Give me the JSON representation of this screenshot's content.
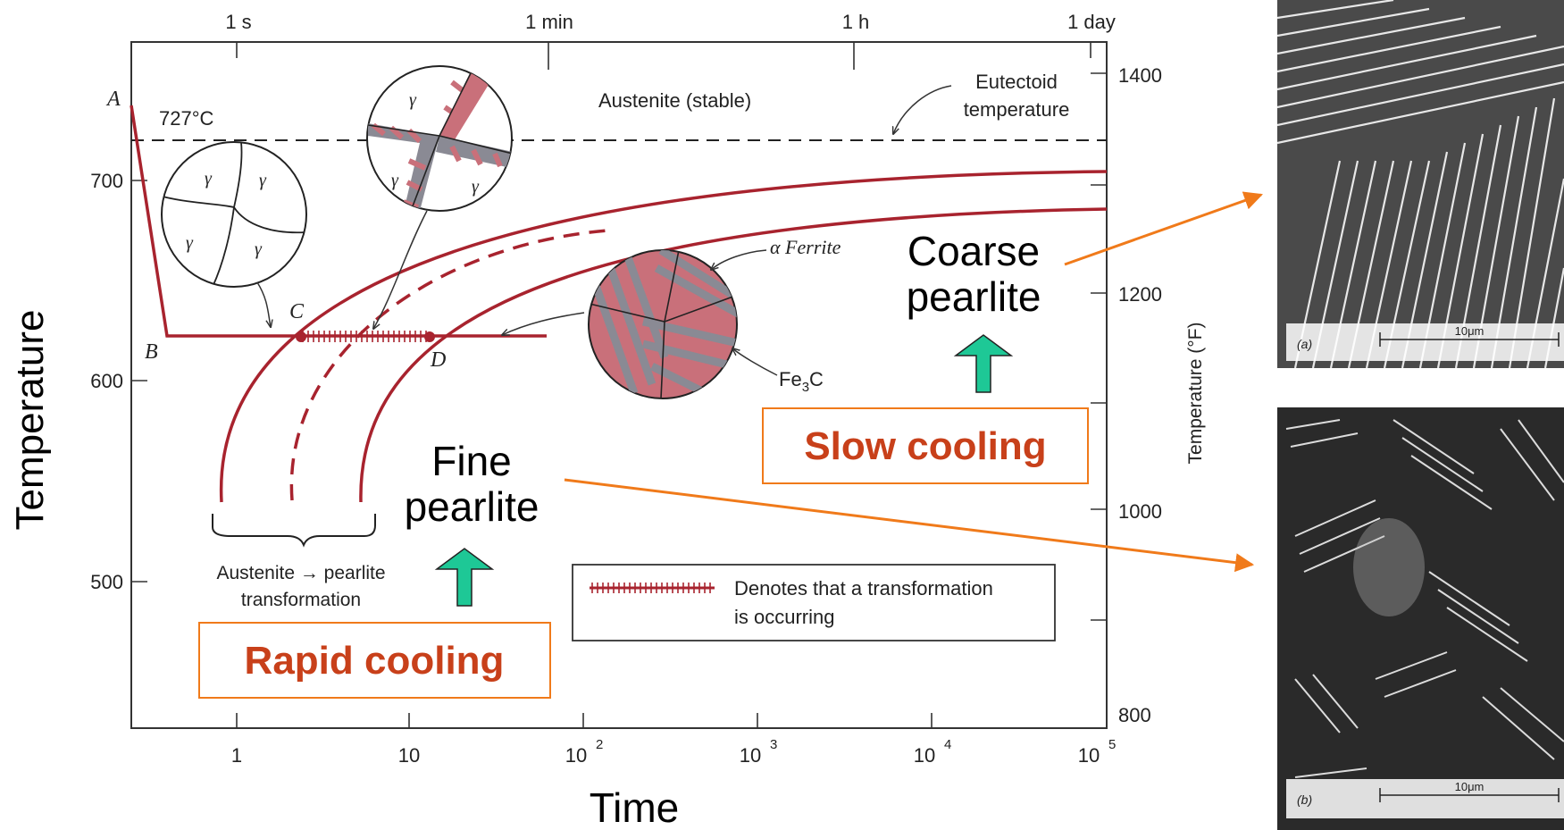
{
  "plot": {
    "y_axis_label": "Temperature",
    "x_axis_label": "Time",
    "right_axis_label": "Temperature (°F)",
    "left_ticks": [
      "700",
      "600",
      "500"
    ],
    "right_ticks": [
      "1400",
      "1200",
      "1000",
      "800"
    ],
    "bottom_ticks": [
      "1",
      "10",
      "10",
      "10",
      "10",
      "10"
    ],
    "bottom_exponents": [
      "2",
      "3",
      "4",
      "5"
    ],
    "top_ticks": [
      "1 s",
      "1 min",
      "1 h",
      "1 day"
    ]
  },
  "labels": {
    "eutectoid_temp": "727°C",
    "austenite_stable": "Austenite (stable)",
    "eutectoid_line1": "Eutectoid",
    "eutectoid_line2": "temperature",
    "point_a": "A",
    "point_b": "B",
    "point_c": "C",
    "point_d": "D",
    "gamma": "γ",
    "alpha_ferrite": "α Ferrite",
    "fe3c_main": "Fe",
    "fe3c_sub": "3",
    "fe3c_tail": "C",
    "transformation_line1": "Austenite → pearlite",
    "transformation_line2": "transformation"
  },
  "legend": {
    "line1": "Denotes that a transformation",
    "line2": "is occurring"
  },
  "annotations": {
    "coarse_line1": "Coarse",
    "coarse_line2": "pearlite",
    "fine_line1": "Fine",
    "fine_line2": "pearlite",
    "slow_cooling": "Slow cooling",
    "rapid_cooling": "Rapid cooling"
  },
  "micrographs": {
    "top_label": "(a)",
    "top_scale": "10μm",
    "bottom_label": "(b)",
    "bottom_scale": "10μm"
  },
  "colors": {
    "curve": "#a8232e",
    "pearlite_red": "#c9707a",
    "pearlite_gray": "#8a8a94",
    "arrow_orange": "#f07a1a",
    "box_orange": "#f07a1a",
    "cooling_text": "#c8401a",
    "green_arrow": "#1ec896"
  }
}
